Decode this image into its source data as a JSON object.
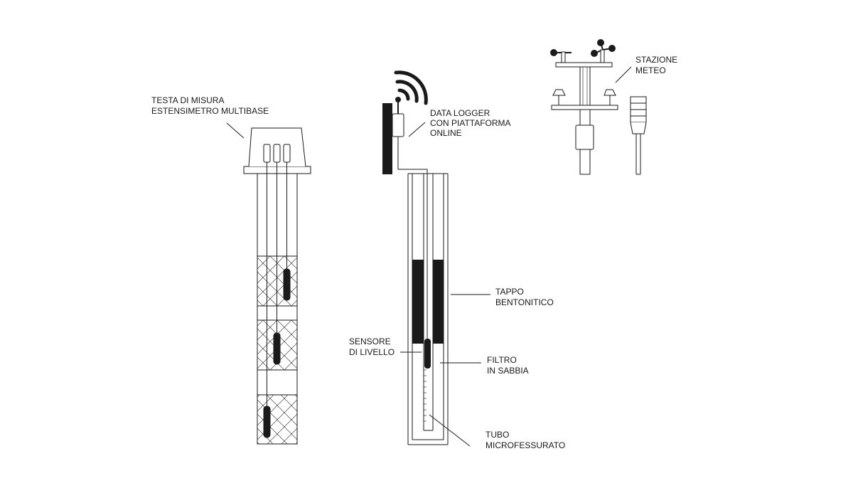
{
  "labels": {
    "extensometer": [
      "TESTA DI MISURA",
      "ESTENSIMETRO MULTIBASE"
    ],
    "data_logger": [
      "DATA LOGGER",
      "CON PIATTAFORMA",
      "ONLINE"
    ],
    "weather_station": [
      "STAZIONE",
      "METEO"
    ],
    "bentonite_plug": [
      "TAPPO",
      "BENTONITICO"
    ],
    "level_sensor": [
      "SENSORE",
      "DI LIVELLO"
    ],
    "sand_filter": [
      "FILTRO",
      "IN SABBIA"
    ],
    "slotted_tube": [
      "TUBO",
      "MICROFESSURATO"
    ]
  },
  "colors": {
    "ink": "#1a1a1a",
    "background": "#ffffff"
  }
}
